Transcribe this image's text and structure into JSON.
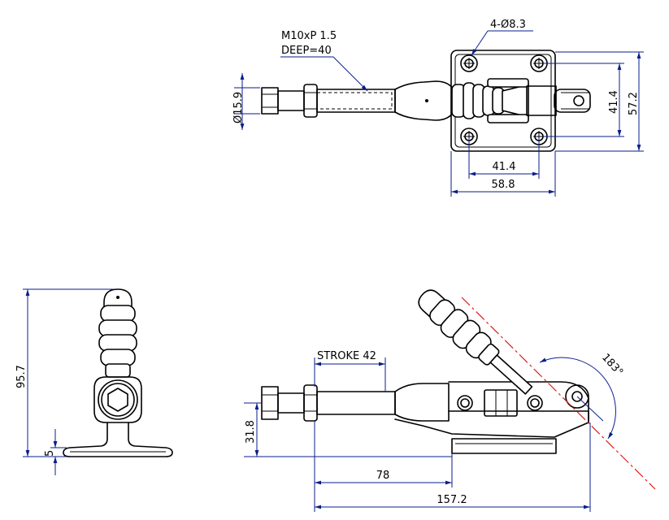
{
  "top_view": {
    "thread_note_line1": "M10xP 1.5",
    "thread_note_line2": "DEEP=40",
    "holes_note": "4-Ø8.3",
    "diameter_label": "Ø15.9",
    "height_outer": "57.2",
    "height_inner": "41.4",
    "width_inner": "41.4",
    "width_outer": "58.8"
  },
  "front_view": {
    "height_label": "95.7",
    "base_label": "5"
  },
  "side_view": {
    "stroke_label": "STROKE 42",
    "height_label": "31.8",
    "length_inner": "78",
    "length_total": "157.2",
    "angle_label": "183°"
  },
  "colors": {
    "dimension_line": "#0a1e8c",
    "swing_centerline": "#e11b1b",
    "outline": "#000000"
  }
}
